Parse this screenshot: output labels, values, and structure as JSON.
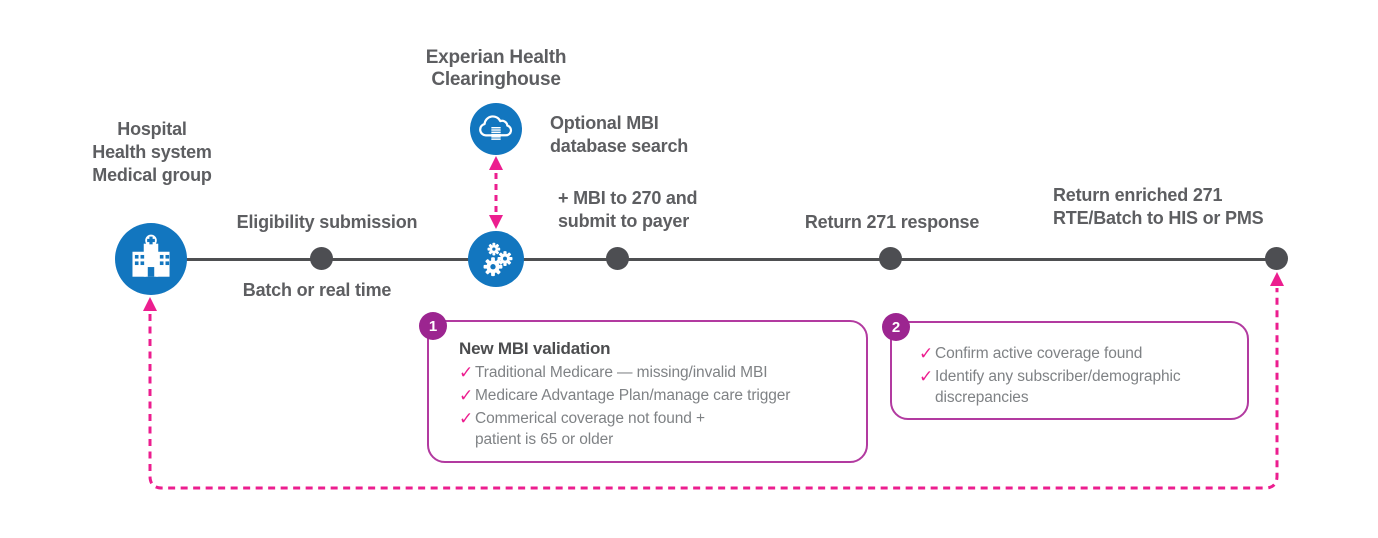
{
  "diagram": {
    "clearinghouse": {
      "title": {
        "line1": "Experian Health",
        "line2": "Clearinghouse"
      }
    },
    "source": {
      "line1": "Hospital",
      "line2": "Health system",
      "line3": "Medical group"
    },
    "steps": {
      "eligibility": {
        "above": "Eligibility submission",
        "below": "Batch or real time"
      },
      "optional_mbi": {
        "line1": "Optional MBI",
        "line2": "database search"
      },
      "submit": {
        "line1": "+ MBI to 270 and",
        "line2": "submit to payer"
      },
      "return271": {
        "label": "Return 271 response"
      },
      "return_enriched": {
        "line1": "Return enriched 271",
        "line2": "RTE/Batch to HIS or PMS"
      }
    },
    "callout1": {
      "number": "1",
      "title": "New MBI validation",
      "items": [
        {
          "lines": [
            "Traditional Medicare — missing/invalid MBI"
          ]
        },
        {
          "lines": [
            "Medicare Advantage Plan/manage care trigger"
          ]
        },
        {
          "lines": [
            "Commerical coverage not found +",
            "patient is 65 or older"
          ]
        }
      ]
    },
    "callout2": {
      "number": "2",
      "items": [
        {
          "lines": [
            "Confirm active coverage found"
          ]
        },
        {
          "lines": [
            "Identify any subscriber/demographic",
            "discrepancies"
          ]
        }
      ]
    },
    "glyphs": {
      "check": "✓"
    },
    "icons": {
      "hospital": "hospital-building-icon",
      "clearinghouse": "cloud-database-icon",
      "processing": "gears-icon",
      "check": "checkmark-icon"
    },
    "colors": {
      "node_blue": "#1276bf",
      "dot_gray": "#4d4e52",
      "line_gray": "#4e4f51",
      "label_gray": "#5d5e61",
      "item_gray": "#7f8285",
      "arrow_pink": "#ec1e8f",
      "badge_purple": "#9c2590",
      "box_border": "#b23aa0"
    }
  }
}
